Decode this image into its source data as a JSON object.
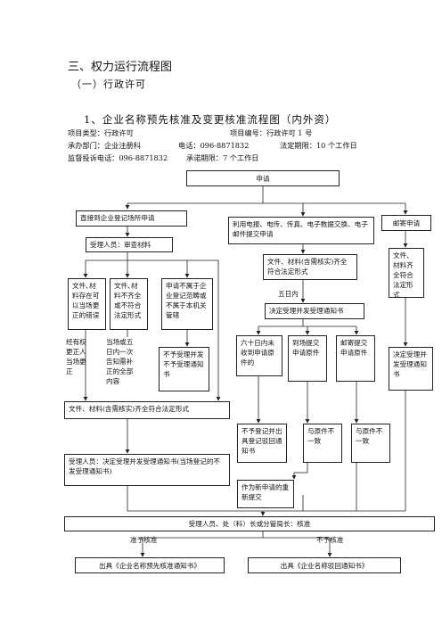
{
  "headings": {
    "section": "三、权力运行流程图",
    "subsection": "（一）行政许可",
    "chart_title": "1、企业名称预先核准及变更核准流程图（内外资）"
  },
  "info": {
    "line1_left": "项目类型：行政许可",
    "line1_right": "项目编号：行政许可 1 号",
    "line2_a": "承办部门：企业注册科",
    "line2_b": "电话：096-8871832",
    "line2_c": "法定期限：10 个工作日",
    "line3_a": "监督投诉电话：096-8871832",
    "line3_b": "承诺期限：7 个工作日"
  },
  "flow": {
    "apply": "申请",
    "direct": "直接到企业登记场所申请",
    "electronic": "利用电报、电传、传真、电子数据交换、电子邮件提交申请",
    "mail": "邮寄申请",
    "review": "受理人员：审查材料",
    "correctable": "文件､材料存在可以当场更正的错误",
    "incomplete": "文件､材料不齐全或不符合法定形式",
    "not_scope": "申请不属于企业登记范畴或不属于本机关管辖",
    "materials_ok_e": "文件、材料(含需核实)齐全符合法定形式",
    "materials_ok_m": "文件、材料齐全符合法定形式",
    "five_days": "五日内",
    "decide_notice_e": "决定受理并发受理通知书",
    "decide_notice_m": "决定受理并发受理通知书",
    "note_correct": "经有权更正人当场更正",
    "note_inform": "当场或五日内一次告知需补正的全部内容",
    "no_accept": "不予受理并发不予受理通知书",
    "sixty_days": "六十日内未收到申请原件的",
    "onsite_submit": "到场提交申请原件",
    "mail_submit": "邮寄提交申请原件",
    "materials_ok_direct": "文件、材料(含需核实)齐全符合法定形式",
    "accept_notice": "受理人员：决定受理并发受理通知书(当场登记的不发受理通知书)",
    "no_register": "不予登记并出具登记驳回通知书",
    "mismatch_1": "与原件不一致",
    "mismatch_2": "与原件不一致",
    "new_apply": "作为新申请的重新提交",
    "approve": "受理人员、处（科）长或分管局长：核准",
    "approve_lbl": "准予核准",
    "reject_lbl": "不予核准",
    "notice_approve": "出具《企业名称预先核准通知书》",
    "notice_reject": "出具《企业名称驳回通知书》"
  }
}
